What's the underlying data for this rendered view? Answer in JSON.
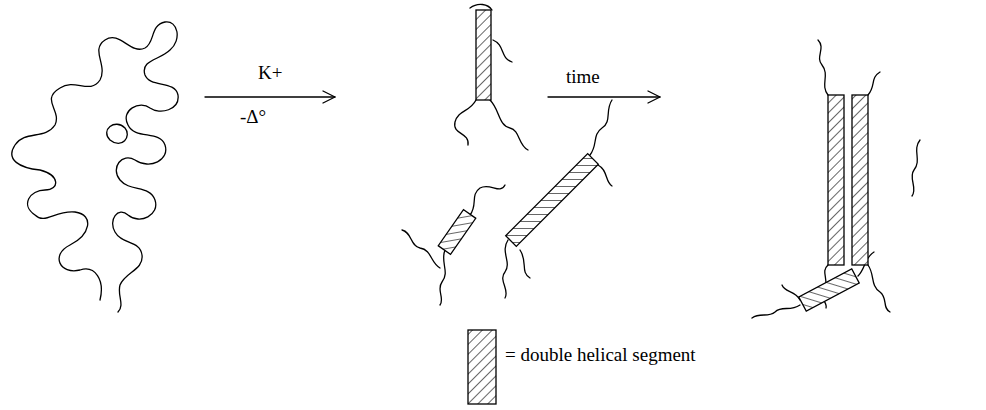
{
  "diagram": {
    "labels": [
      "K+",
      "-Δ°",
      "time"
    ],
    "legend": [
      {
        "text": "= double helical segment"
      }
    ]
  }
}
